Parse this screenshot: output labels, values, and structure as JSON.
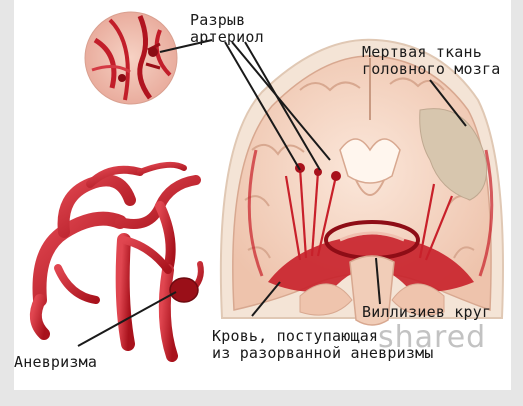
{
  "labels": {
    "arteriole_rupture_line1": "Разрыв",
    "arteriole_rupture_line2": "артериол",
    "dead_tissue_line1": "Мертвая ткань",
    "dead_tissue_line2": "головного мозга",
    "willis_circle": "Виллизиев круг",
    "blood_line1": "Кровь, поступающая",
    "blood_line2": "из разорванной аневризмы",
    "aneurysm": "Аневризма"
  },
  "watermark": "shared",
  "colors": {
    "vessel": "#c8202a",
    "vessel_dark": "#9a0f18",
    "brain_tissue": "#f5d9c8",
    "brain_gray": "#efc7b2",
    "dead_tissue": "#d9c8b0",
    "skull": "#f3e2d2"
  }
}
